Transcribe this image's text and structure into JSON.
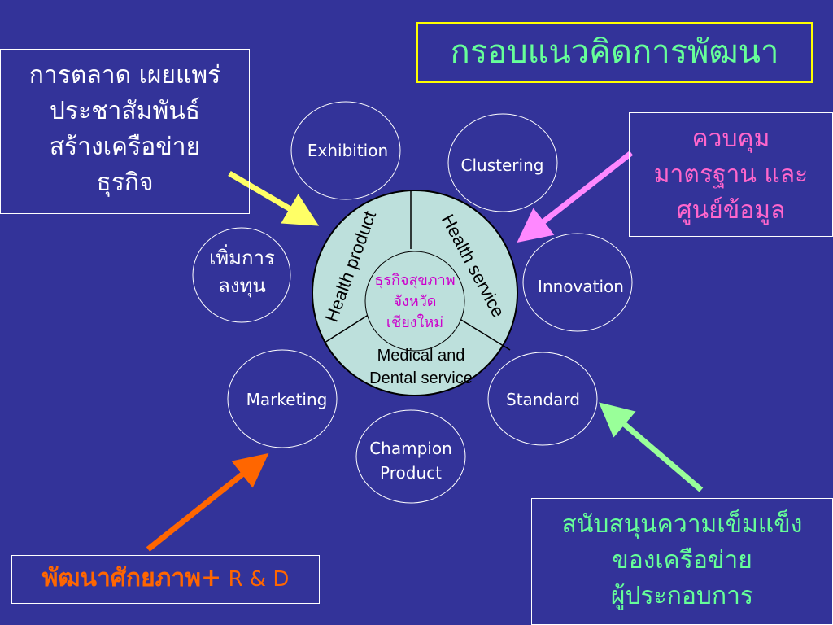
{
  "title": "กรอบแนวคิดการพัฒนา",
  "marketing_box": [
    "การตลาด เผยแพร่",
    "ประชาสัมพันธ์",
    "สร้างเครือข่าย",
    "ธุรกิจ"
  ],
  "control_box": [
    "ควบคุม",
    "มาตรฐาน และ",
    "ศูนย์ข้อมูล"
  ],
  "support_box": [
    "สนับสนุนความเข็มแข็ง",
    "ของเครือข่าย",
    "ผู้ประกอบการ"
  ],
  "develop_box": {
    "main": "พัฒนาศักยภาพ+",
    "suffix": " R & D"
  },
  "ovals": {
    "exhibition": "Exhibition",
    "clustering": "Clustering",
    "innovation": "Innovation",
    "standard": "Standard",
    "champion": [
      "Champion",
      "Product"
    ],
    "marketing": "Marketing",
    "investment": [
      "เพิ่มการ",
      "ลงทุน"
    ]
  },
  "center": {
    "segment_left": "Health product",
    "segment_right": "Health service",
    "segment_bottom": [
      "Medical and",
      "Dental service"
    ],
    "core": [
      "ธุรกิจสุขภาพ",
      "จังหวัด",
      "เชียงใหม่"
    ]
  },
  "colors": {
    "background": "#333399",
    "title_text": "#66ff99",
    "title_border": "#ffff00",
    "circle_fill": "#bde0dc",
    "core_text": "#cc00cc",
    "arrow_yellow": "#ffff66",
    "arrow_pink": "#ff88ff",
    "arrow_green": "#99ff99",
    "arrow_orange": "#ff6600"
  }
}
